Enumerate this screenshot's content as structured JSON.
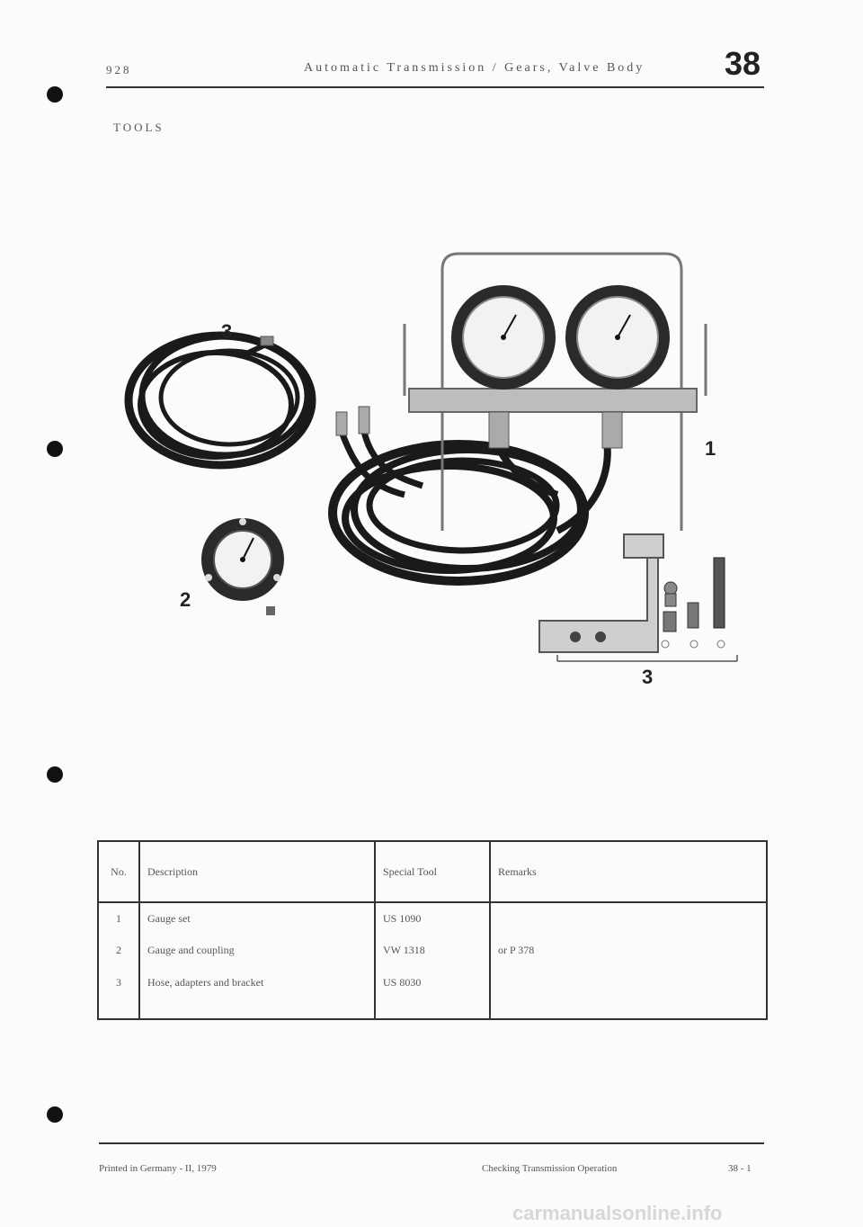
{
  "header": {
    "model": "928",
    "title": "Automatic Transmission / Gears, Valve Body",
    "group_number": "38"
  },
  "section_title": "TOOLS",
  "figure": {
    "callouts": [
      "3",
      "1",
      "2",
      "3"
    ]
  },
  "table": {
    "columns": [
      "No.",
      "Description",
      "Special Tool",
      "Remarks"
    ],
    "rows": [
      {
        "no": "1",
        "description": "Gauge set",
        "special_tool": "US 1090",
        "remarks": ""
      },
      {
        "no": "2",
        "description": "Gauge and coupling",
        "special_tool": "VW 1318",
        "remarks": "or P 378"
      },
      {
        "no": "3",
        "description": "Hose, adapters and bracket",
        "special_tool": "US 8030",
        "remarks": ""
      }
    ]
  },
  "footer": {
    "printed": "Printed in Germany - II, 1979",
    "chapter": "Checking Transmission Operation",
    "page": "38 - 1"
  },
  "watermark": "carmanualsonline.info"
}
